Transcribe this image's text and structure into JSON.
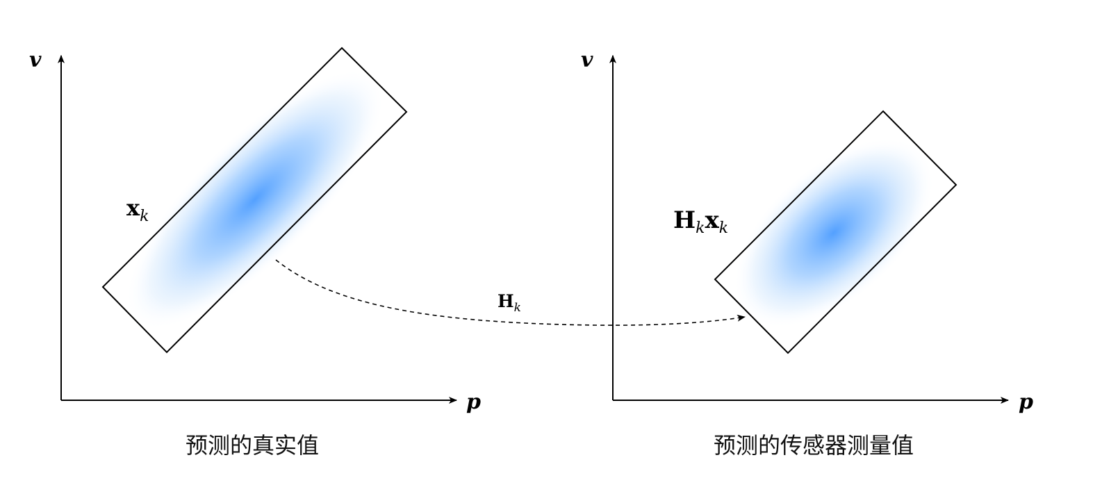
{
  "left_plot": {
    "y_axis_label": "v",
    "x_axis_label": "p",
    "state_label_main": "x",
    "state_label_sub": "k",
    "caption": "预测的真实值"
  },
  "right_plot": {
    "y_axis_label": "v",
    "x_axis_label": "p",
    "measurement_label_h": "H",
    "measurement_label_h_sub": "k",
    "measurement_label_x": "x",
    "measurement_label_x_sub": "k",
    "caption": "预测的传感器测量值"
  },
  "transform": {
    "label_main": "H",
    "label_sub": "k"
  },
  "colors": {
    "blob_center": "#4a9bff",
    "stroke": "#000000"
  }
}
